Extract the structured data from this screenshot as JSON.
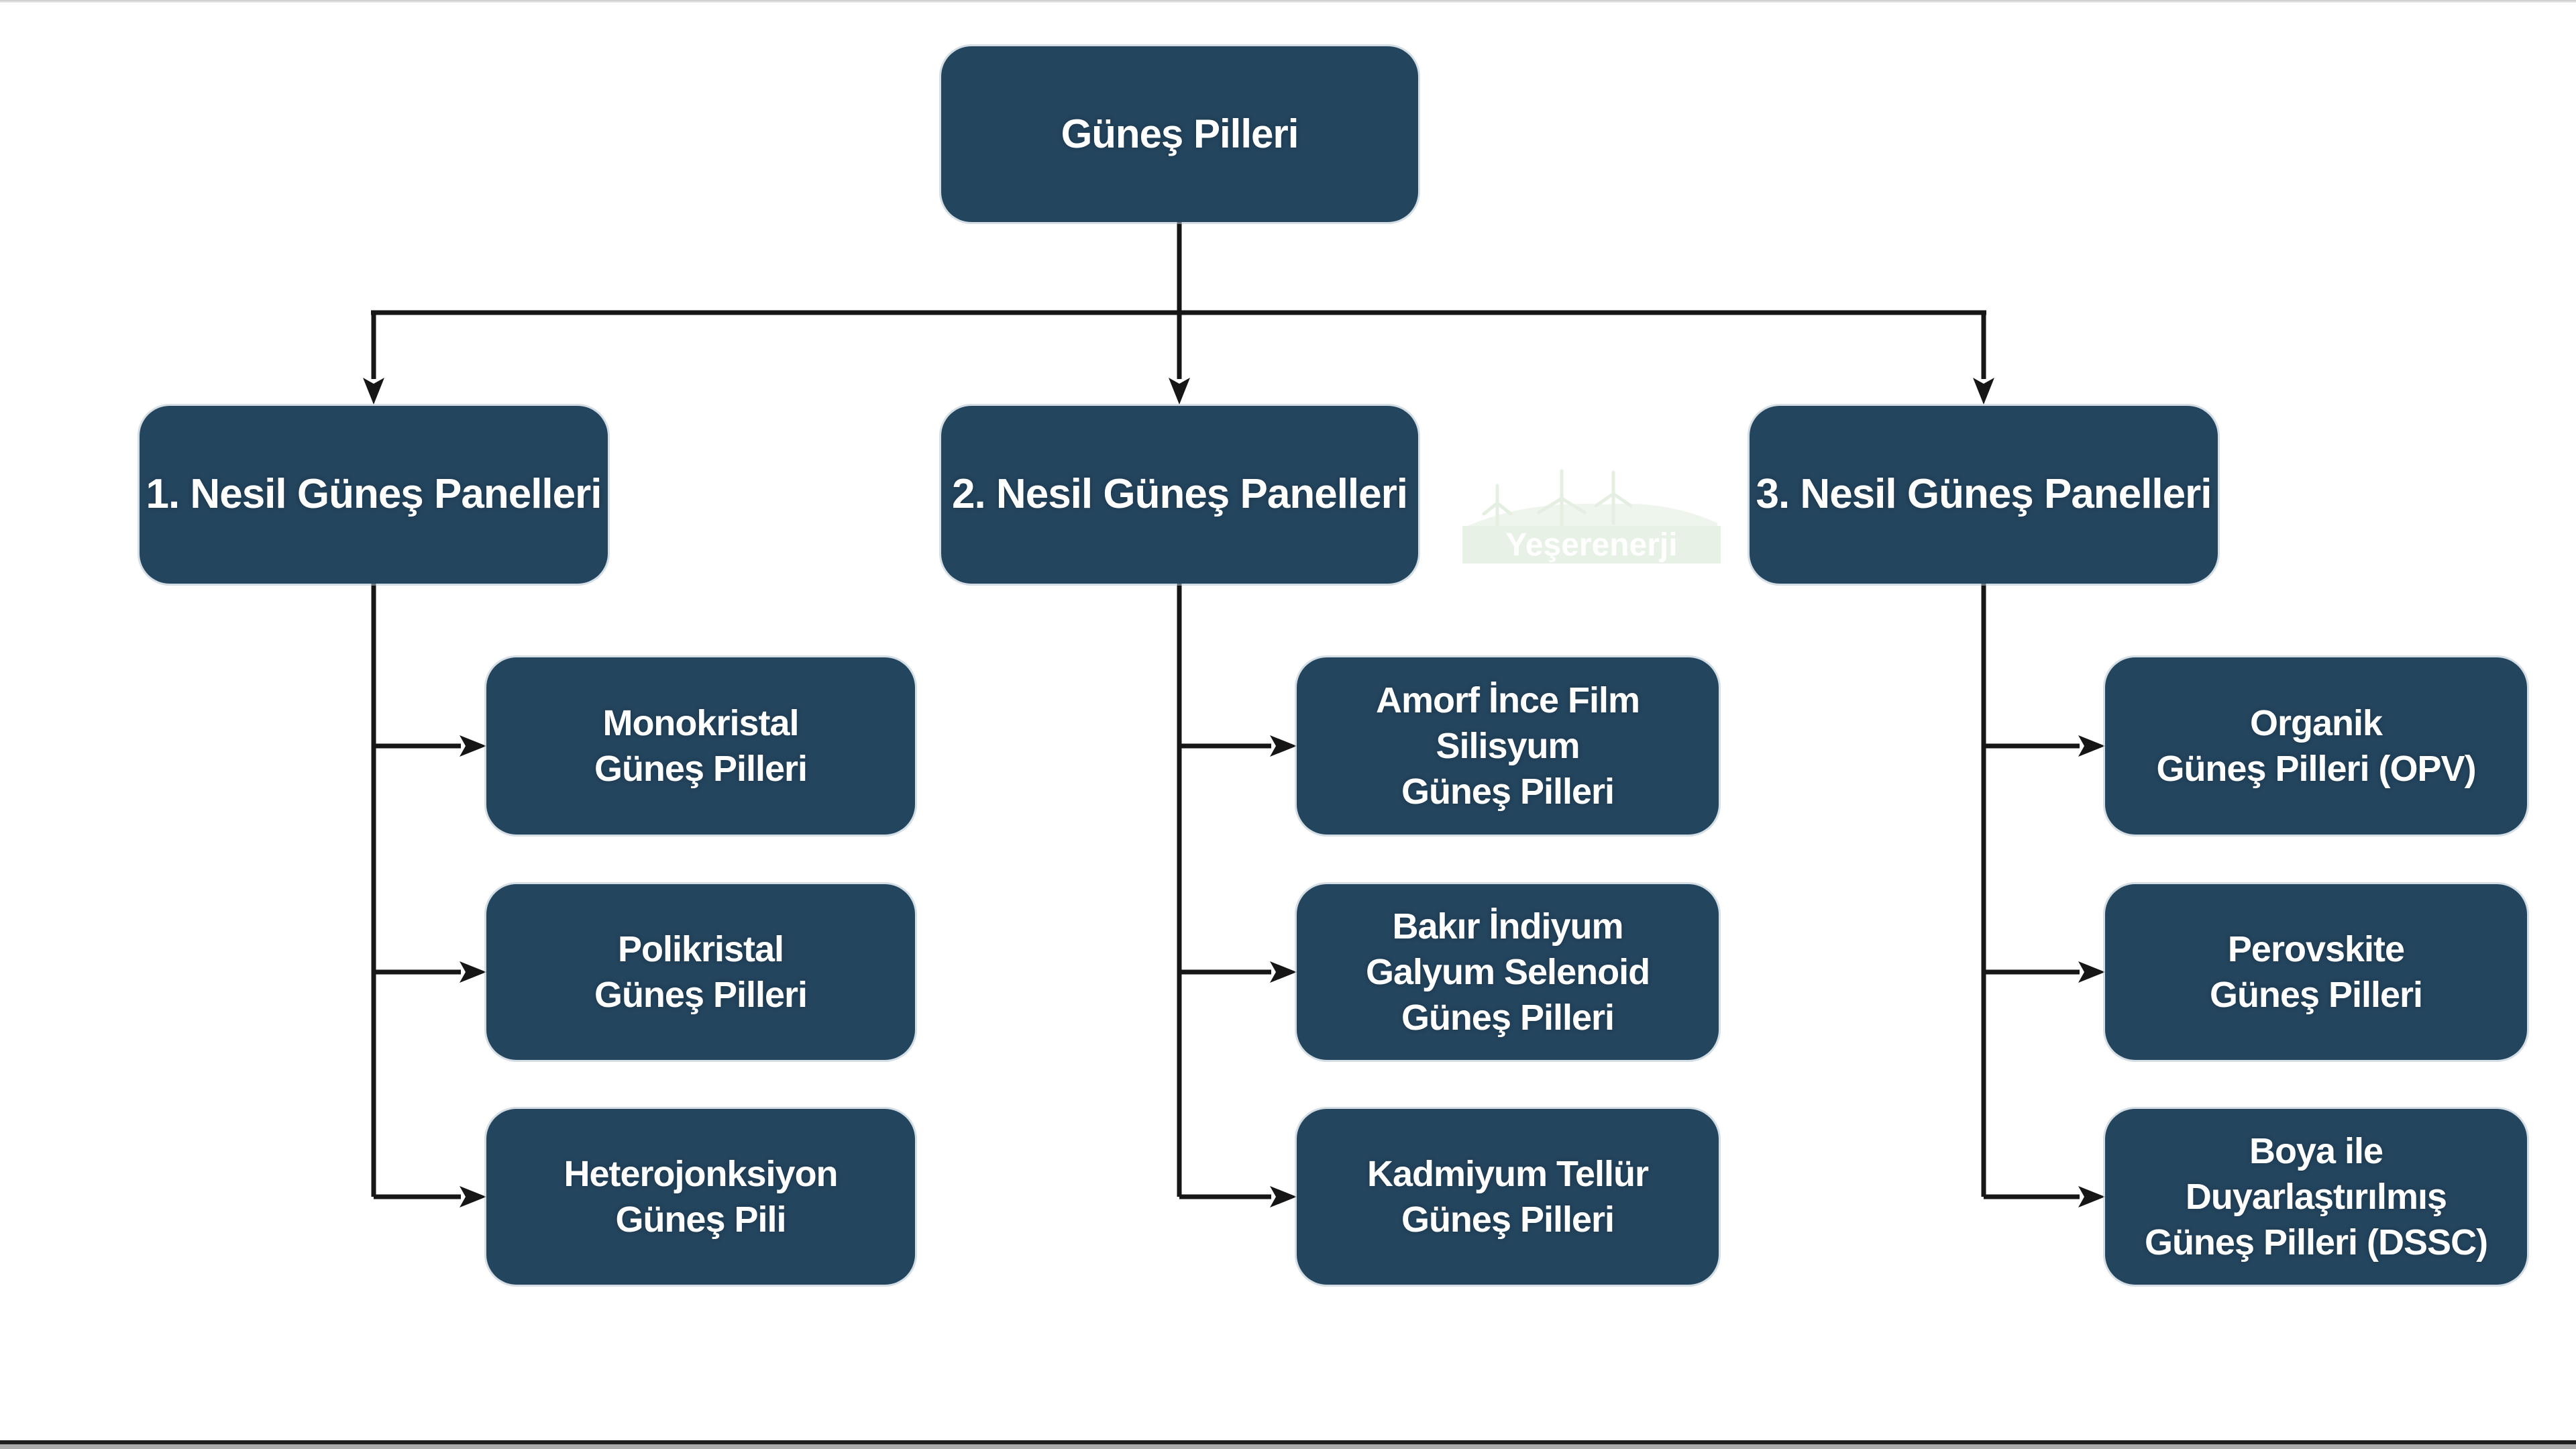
{
  "diagram": {
    "root": {
      "label": "Güneş Pilleri"
    },
    "generations": [
      {
        "label": "1. Nesil Güneş Panelleri",
        "children": [
          {
            "label": "Monokristal\nGüneş Pilleri"
          },
          {
            "label": "Polikristal\nGüneş Pilleri"
          },
          {
            "label": "Heterojonksiyon\nGüneş Pili"
          }
        ]
      },
      {
        "label": "2. Nesil Güneş Panelleri",
        "children": [
          {
            "label": "Amorf İnce Film\nSilisyum\nGüneş Pilleri"
          },
          {
            "label": "Bakır İndiyum\nGalyum Selenoid\nGüneş Pilleri"
          },
          {
            "label": "Kadmiyum Tellür\nGüneş Pilleri"
          }
        ]
      },
      {
        "label": "3. Nesil Güneş Panelleri",
        "children": [
          {
            "label": "Organik\nGüneş Pilleri (OPV)"
          },
          {
            "label": "Perovskite\nGüneş Pilleri"
          },
          {
            "label": "Boya ile\nDuyarlaştırılmış\nGüneş Pilleri (DSSC)"
          }
        ]
      }
    ],
    "watermark": {
      "text": "Yeşerenerji"
    },
    "colors": {
      "node_fill": "#24455e",
      "node_text": "#ffffff",
      "connector": "#161616",
      "watermark_green": "#e8f1e6",
      "page_background": "#ffffff"
    }
  }
}
